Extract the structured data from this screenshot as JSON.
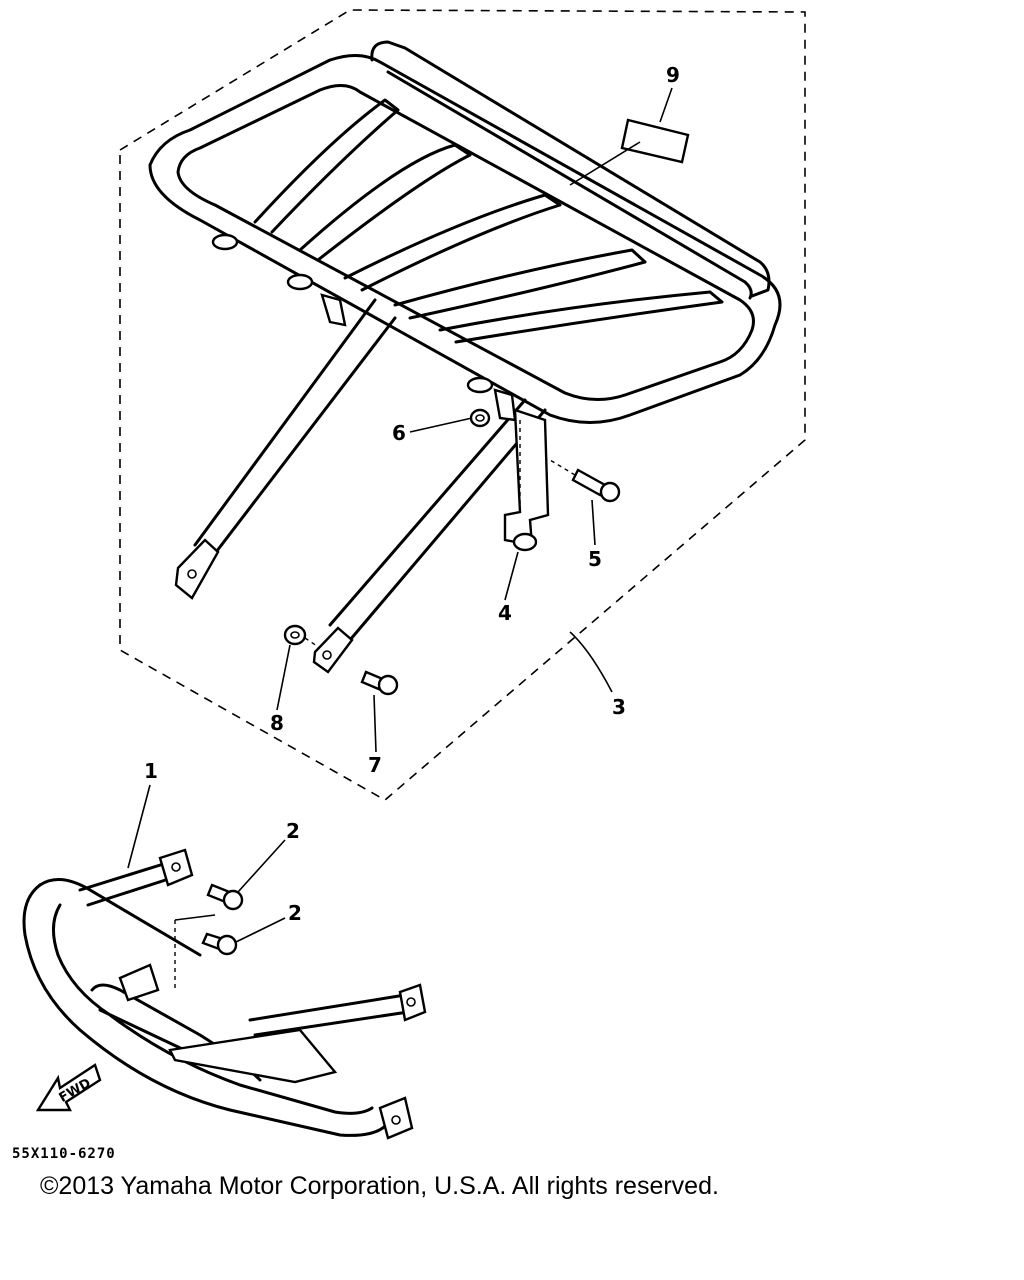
{
  "callouts": {
    "p1": "1",
    "p2a": "2",
    "p2b": "2",
    "p3": "3",
    "p4": "4",
    "p5": "5",
    "p6": "6",
    "p7": "7",
    "p8": "8",
    "p9": "9"
  },
  "direction_arrow": {
    "label": "FWD",
    "icon": "forward-arrow-icon"
  },
  "drawing_code": "55X110-6270",
  "copyright": "©2013 Yamaha Motor Corporation, U.S.A. All rights reserved."
}
